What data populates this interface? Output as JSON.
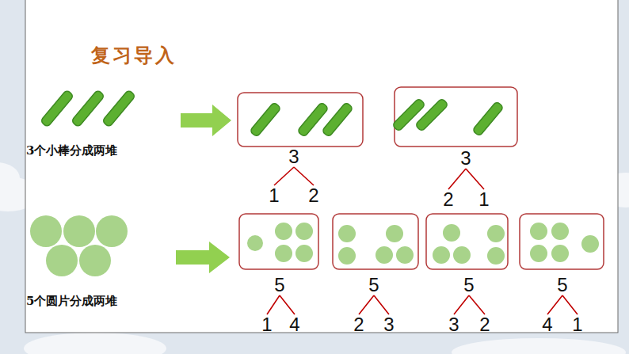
{
  "diagram": {
    "title": "复习导入",
    "nodes": [
      {
        "text": [
          "3"
        ]
      },
      {
        "text": [
          "1"
        ]
      },
      {
        "text": [
          "2"
        ]
      },
      {
        "text": [
          "3"
        ]
      },
      {
        "text": [
          "2"
        ]
      },
      {
        "text": [
          "1"
        ]
      },
      {
        "text": [
          "5"
        ]
      },
      {
        "text": [
          "1"
        ]
      },
      {
        "text": [
          "4"
        ]
      },
      {
        "text": [
          "5"
        ]
      },
      {
        "text": [
          "2"
        ]
      },
      {
        "text": [
          "3"
        ]
      },
      {
        "text": [
          "5"
        ]
      },
      {
        "text": [
          "3"
        ]
      },
      {
        "text": [
          "2"
        ]
      },
      {
        "text": [
          "5"
        ]
      },
      {
        "text": [
          "4"
        ]
      },
      {
        "text": [
          "1"
        ]
      }
    ],
    "edges": [
      {
        "from": 0,
        "to": 1,
        "arrow": "none"
      },
      {
        "from": 0,
        "to": 2,
        "arrow": "none"
      },
      {
        "from": 3,
        "to": 4,
        "arrow": "none"
      },
      {
        "from": 3,
        "to": 5,
        "arrow": "none"
      },
      {
        "from": 6,
        "to": 7,
        "arrow": "none"
      },
      {
        "from": 6,
        "to": 8,
        "arrow": "none"
      },
      {
        "from": 9,
        "to": 10,
        "arrow": "none"
      },
      {
        "from": 9,
        "to": 11,
        "arrow": "none"
      },
      {
        "from": 12,
        "to": 13,
        "arrow": "none"
      },
      {
        "from": 12,
        "to": 14,
        "arrow": "none"
      },
      {
        "from": 15,
        "to": 16,
        "arrow": "none"
      },
      {
        "from": 15,
        "to": 17,
        "arrow": "none"
      }
    ],
    "labels": [
      "3个小棒分成两堆",
      "5个圆片分成两堆"
    ]
  }
}
